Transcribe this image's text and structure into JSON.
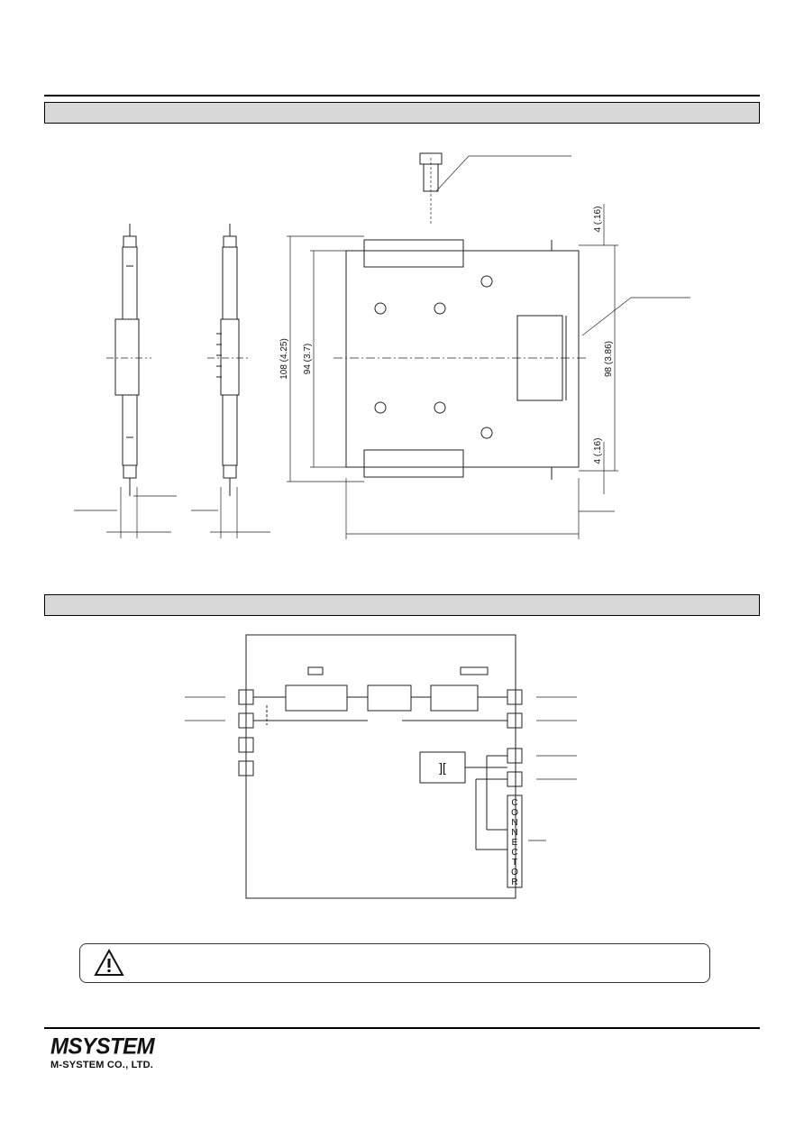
{
  "dimension_labels": {
    "overall_height": "108 (4.25)",
    "inner_height": "94 (3.7)",
    "rail_height": "98 (3.86)",
    "top_offset": "4 (.16)",
    "bottom_offset": "4 (.16)"
  },
  "block_diagram": {
    "connector_label": "CONNECTOR",
    "connector_letters": [
      "C",
      "O",
      "N",
      "N",
      "E",
      "C",
      "T",
      "O",
      "R"
    ]
  },
  "logo": {
    "mark": "MSYSTEM",
    "company_name": "M-SYSTEM CO., LTD."
  },
  "warning": {
    "icon": "warning-triangle-icon"
  }
}
